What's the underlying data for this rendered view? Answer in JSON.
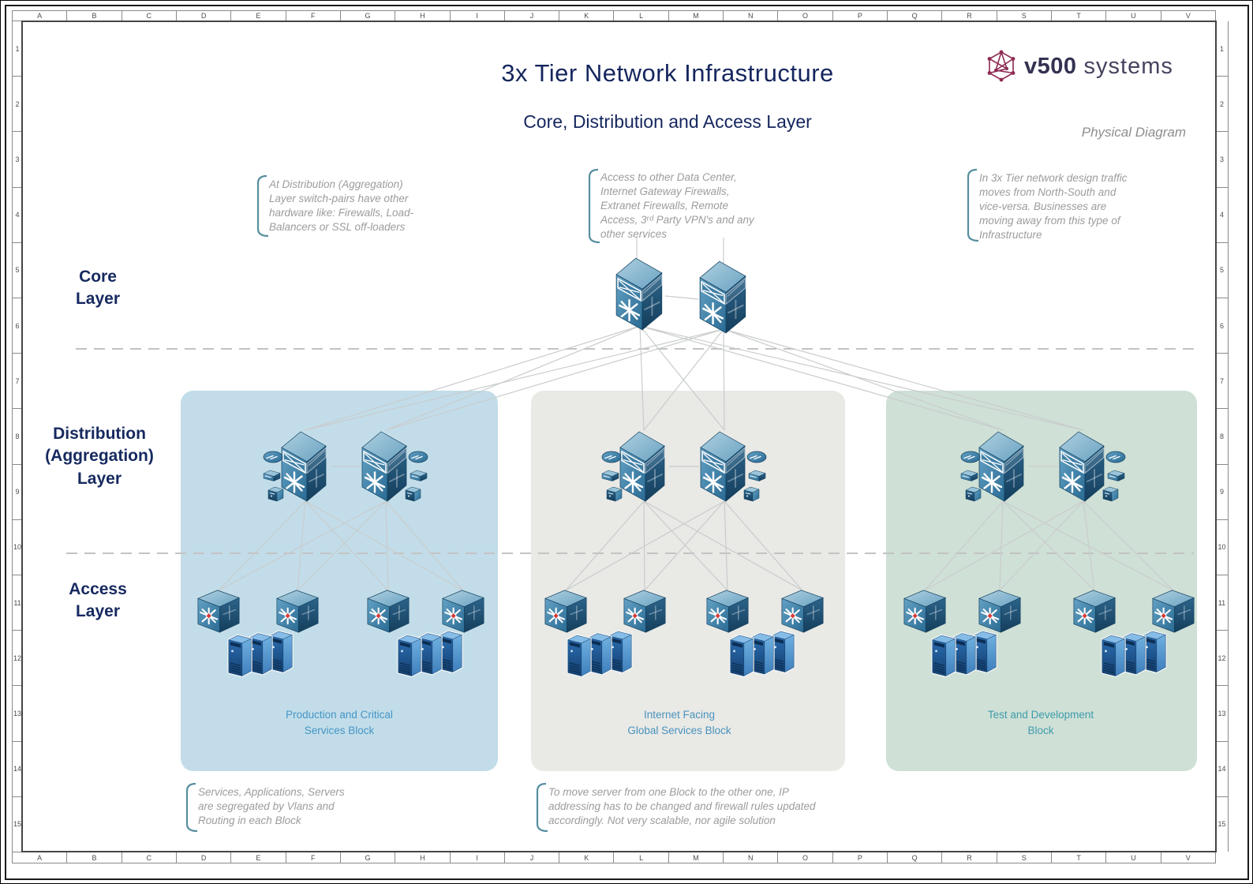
{
  "header": {
    "title": "3x Tier Network Infrastructure",
    "subtitle": "Core, Distribution and Access Layer",
    "diagram_type_label": "Physical Diagram"
  },
  "logo": {
    "brand_bold": "v500",
    "brand_light": "systems",
    "icon": "hex-network-icon",
    "icon_color": "#8e2a52",
    "text_color": "#343252"
  },
  "ruler": {
    "letters": [
      "A",
      "B",
      "C",
      "D",
      "E",
      "F",
      "G",
      "H",
      "I",
      "J",
      "K",
      "L",
      "M",
      "N",
      "O",
      "P",
      "Q",
      "R",
      "S",
      "T",
      "U",
      "V"
    ],
    "numbers": [
      "1",
      "2",
      "3",
      "4",
      "5",
      "6",
      "7",
      "8",
      "9",
      "10",
      "11",
      "12",
      "13",
      "14",
      "15"
    ]
  },
  "layer_labels": {
    "core": "Core\nLayer",
    "distribution": "Distribution\n(Aggregation)\nLayer",
    "access": "Access\nLayer"
  },
  "annotations": {
    "distribution_note": "At Distribution (Aggregation)\nLayer switch-pairs have other\nhardware like: Firewalls, Load-\nBalancers or SSL off-loaders",
    "core_services_note": "Access to other Data Center,\nInternet Gateway Firewalls,\nExtranet Firewalls, Remote\nAccess, 3ʳᵈ Party VPN's and any\nother services",
    "traffic_note": "In 3x Tier network design traffic\nmoves from North-South and\nvice-versa. Businesses are\nmoving away from this type of\nInfrastructure",
    "segregation_note": "Services, Applications, Servers\nare segregated by Vlans and\nRouting in each Block",
    "scalability_note": "To move server from one Block to the other one, IP\naddressing has to be changed and firewall rules updated\naccordingly. Not very scalable, nor agile solution"
  },
  "blocks": [
    {
      "id": "production",
      "label": "Production and Critical\nServices Block",
      "bg_color": "#c2dde9",
      "label_color": "#4595c5"
    },
    {
      "id": "internet",
      "label": "Internet Facing\nGlobal Services Block",
      "bg_color": "#e9e9e6",
      "label_color": "#4a93bd"
    },
    {
      "id": "test",
      "label": "Test and Development\nBlock",
      "bg_color": "#cfe0d6",
      "label_color": "#3f9cab"
    }
  ],
  "diagram": {
    "core_switch_count": 2,
    "distribution_switches_per_block": 2,
    "access_switches_per_block": 4,
    "server_clusters_per_block": 2,
    "servers_per_cluster": 3,
    "icon_names": [
      "multilayer-switch-icon",
      "load-balancer-icon",
      "firewall-module-icon",
      "access-switch-icon",
      "server-tower-icon"
    ],
    "line_color": "#c9cccd",
    "dashed_line_color": "#c3c3c3",
    "accent_navy": "#15265e"
  }
}
